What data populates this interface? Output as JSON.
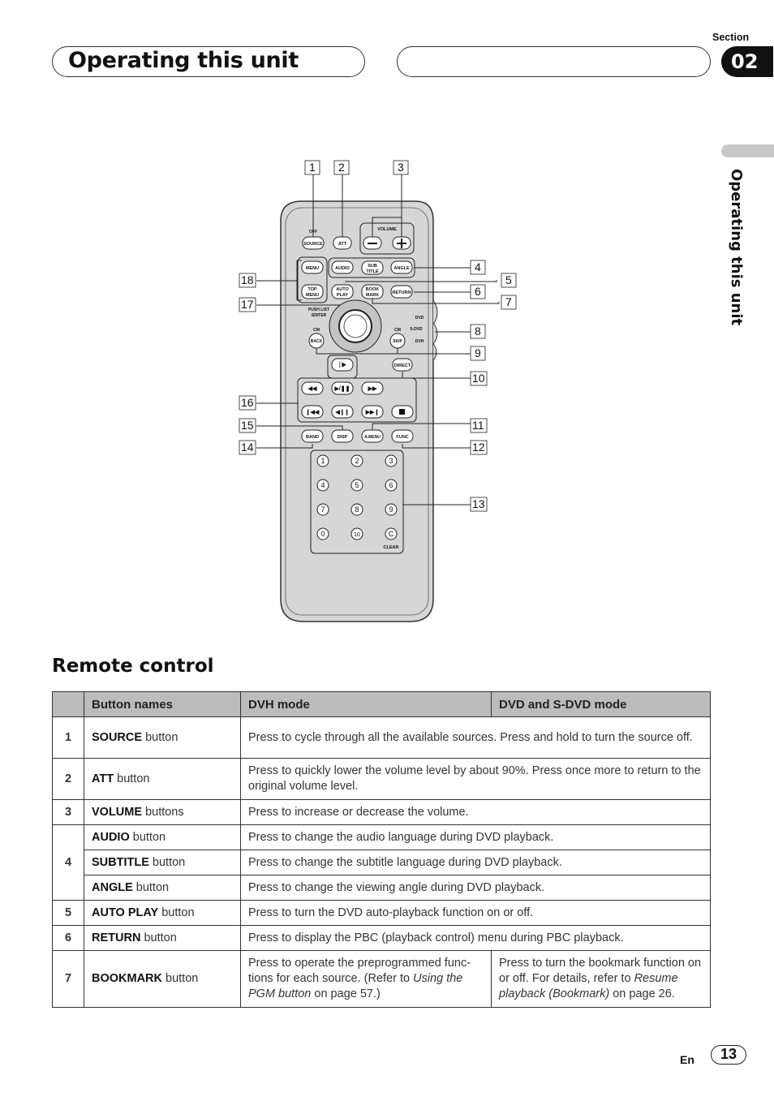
{
  "header": {
    "title": "Operating this unit",
    "section_label": "Section",
    "section_number": "02",
    "side_tab": "Operating this unit"
  },
  "diagram": {
    "callouts": [
      "1",
      "2",
      "3",
      "4",
      "5",
      "6",
      "7",
      "8",
      "9",
      "10",
      "11",
      "12",
      "13",
      "14",
      "15",
      "16",
      "17",
      "18"
    ],
    "buttons": {
      "source": "SOURCE",
      "att": "ATT",
      "volume": "VOLUME",
      "off_label": "OFF",
      "menu": "MENU",
      "top_menu_1": "TOP",
      "top_menu_2": "MENU",
      "audio": "AUDIO",
      "sub_title_1": "SUB",
      "sub_title_2": "TITLE",
      "angle": "ANGLE",
      "auto_play_1": "AUTO",
      "auto_play_2": "PLAY",
      "bookmark_1": "BOOK",
      "bookmark_2": "MARK",
      "return": "RETURN",
      "push_list_1": "PUSH LIST",
      "push_list_2": "/ENTER",
      "cm_left": "CM",
      "back": "BACK",
      "cm_right": "CM",
      "skip": "SKIP",
      "dvd": "DVD",
      "s_dvd": "S-DVD",
      "dvh": "DVH",
      "direct": "DIRECT",
      "band": "BAND",
      "disp": "DISP",
      "amenu": "A.MENU",
      "func": "FUNC",
      "keys": [
        "1",
        "2",
        "3",
        "4",
        "5",
        "6",
        "7",
        "8",
        "9",
        "0",
        "10",
        "C"
      ],
      "clear": "CLEAR"
    }
  },
  "remote_control": {
    "heading": "Remote control",
    "columns": [
      "Button names",
      "DVH mode",
      "DVD and S-DVD mode"
    ],
    "rows": [
      {
        "num": "1",
        "name": "SOURCE",
        "suffix": " button",
        "desc": "Press to cycle through all the available sources. Press and hold to turn the source off."
      },
      {
        "num": "2",
        "name": "ATT",
        "suffix": " button",
        "desc": "Press to quickly lower the volume level by about 90%. Press once more to return to the original volume level."
      },
      {
        "num": "3",
        "name": "VOLUME",
        "suffix": " buttons",
        "desc": "Press to increase or decrease the volume."
      },
      {
        "num": "4",
        "name": "AUDIO",
        "suffix": " button",
        "desc": "Press to change the audio language during DVD playback."
      },
      {
        "num": "",
        "name": "SUBTITLE",
        "suffix": " button",
        "desc": "Press to change the subtitle language during DVD playback."
      },
      {
        "num": "",
        "name": "ANGLE",
        "suffix": " button",
        "desc": "Press to change the viewing angle during DVD playback."
      },
      {
        "num": "5",
        "name": "AUTO PLAY",
        "suffix": " button",
        "desc": "Press to turn the DVD auto-playback function on or off."
      },
      {
        "num": "6",
        "name": "RETURN",
        "suffix": " button",
        "desc": "Press to display the PBC (playback control) menu during PBC playback."
      },
      {
        "num": "7",
        "name": "BOOKMARK",
        "suffix": " button",
        "dvh_1": "Press to operate the preprogrammed func-tions for each source. (Refer to ",
        "dvh_em": "Using the PGM button",
        "dvh_2": " on page 57.)",
        "dvd_1": "Press to turn the bookmark function on or off. For details, refer to ",
        "dvd_em": "Resume playback (Bookmark)",
        "dvd_2": " on page 26."
      }
    ]
  },
  "footer": {
    "lang": "En",
    "page": "13"
  }
}
